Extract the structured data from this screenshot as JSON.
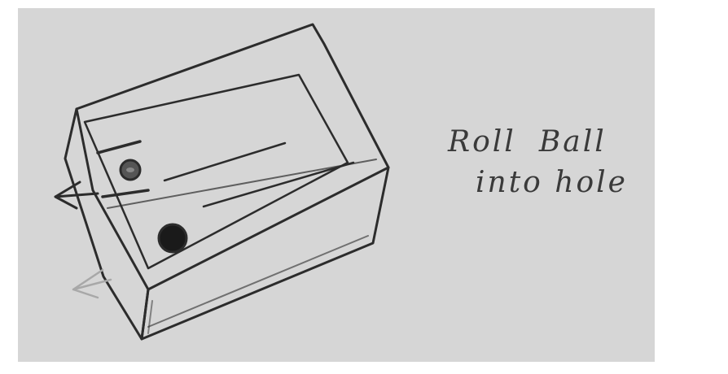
{
  "caption": {
    "line1_word1": "Roll",
    "line1_word2": "Ball",
    "line2": "into hole"
  },
  "colors": {
    "paper": "#d6d6d6",
    "ink": "#2c2c2c",
    "ball_dark": "#1a1a1a",
    "ball_grey": "#555555"
  },
  "drawing": {
    "subject": "box-with-two-balls-sketch",
    "icon_names": [
      "arrow-left-icon",
      "arrow-left-faded-icon"
    ]
  }
}
